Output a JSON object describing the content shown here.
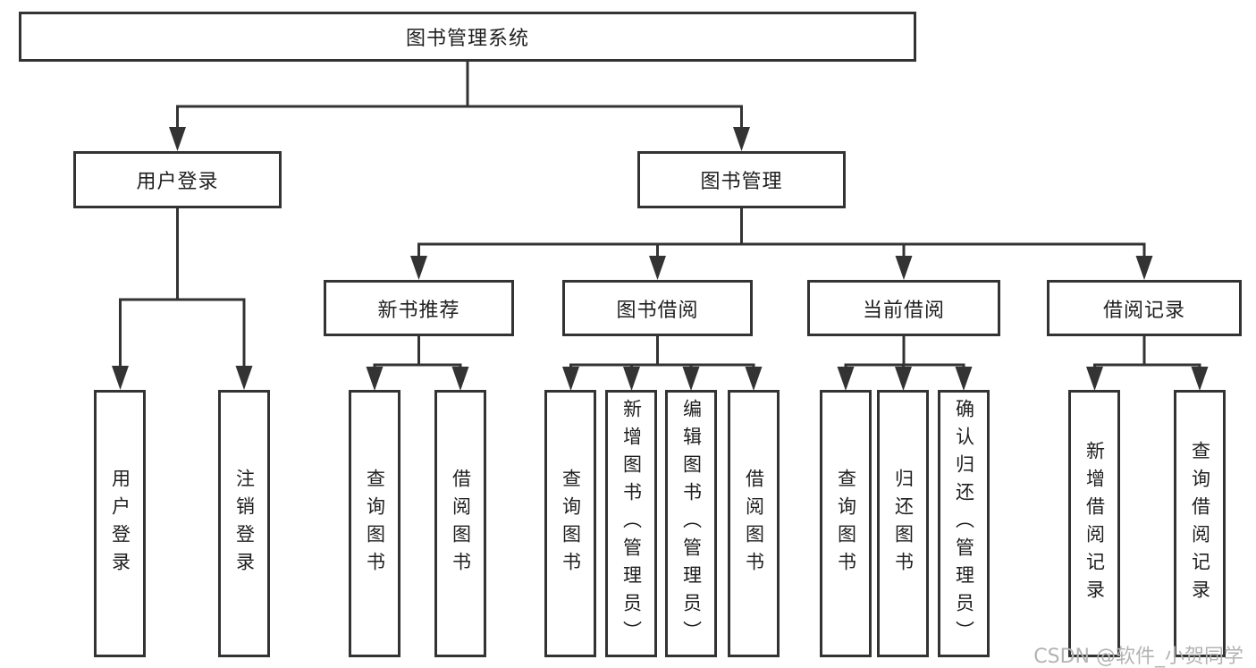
{
  "diagram": {
    "title": "图书管理系统",
    "colors": {
      "line": "#333333",
      "text": "#1f1f1f",
      "background": "#ffffff",
      "watermark": "#b3b3b3"
    },
    "root": {
      "label": "图书管理系统"
    },
    "branches": [
      {
        "label": "用户登录",
        "children": [
          {
            "label": "用户登录"
          },
          {
            "label": "注销登录"
          }
        ]
      },
      {
        "label": "图书管理",
        "sections": [
          {
            "label": "新书推荐",
            "children": [
              {
                "label": "查询图书"
              },
              {
                "label": "借阅图书"
              }
            ]
          },
          {
            "label": "图书借阅",
            "children": [
              {
                "label": "查询图书"
              },
              {
                "label": "新增图书（管理员）"
              },
              {
                "label": "编辑图书（管理员）"
              },
              {
                "label": "借阅图书"
              }
            ]
          },
          {
            "label": "当前借阅",
            "children": [
              {
                "label": "查询图书"
              },
              {
                "label": "归还图书"
              },
              {
                "label": "确认归还（管理员）"
              }
            ]
          },
          {
            "label": "借阅记录",
            "children": [
              {
                "label": "新增借阅记录"
              },
              {
                "label": "查询借阅记录"
              }
            ]
          }
        ]
      }
    ]
  },
  "watermark": {
    "text": "CSDN @软件_小贺同学"
  }
}
